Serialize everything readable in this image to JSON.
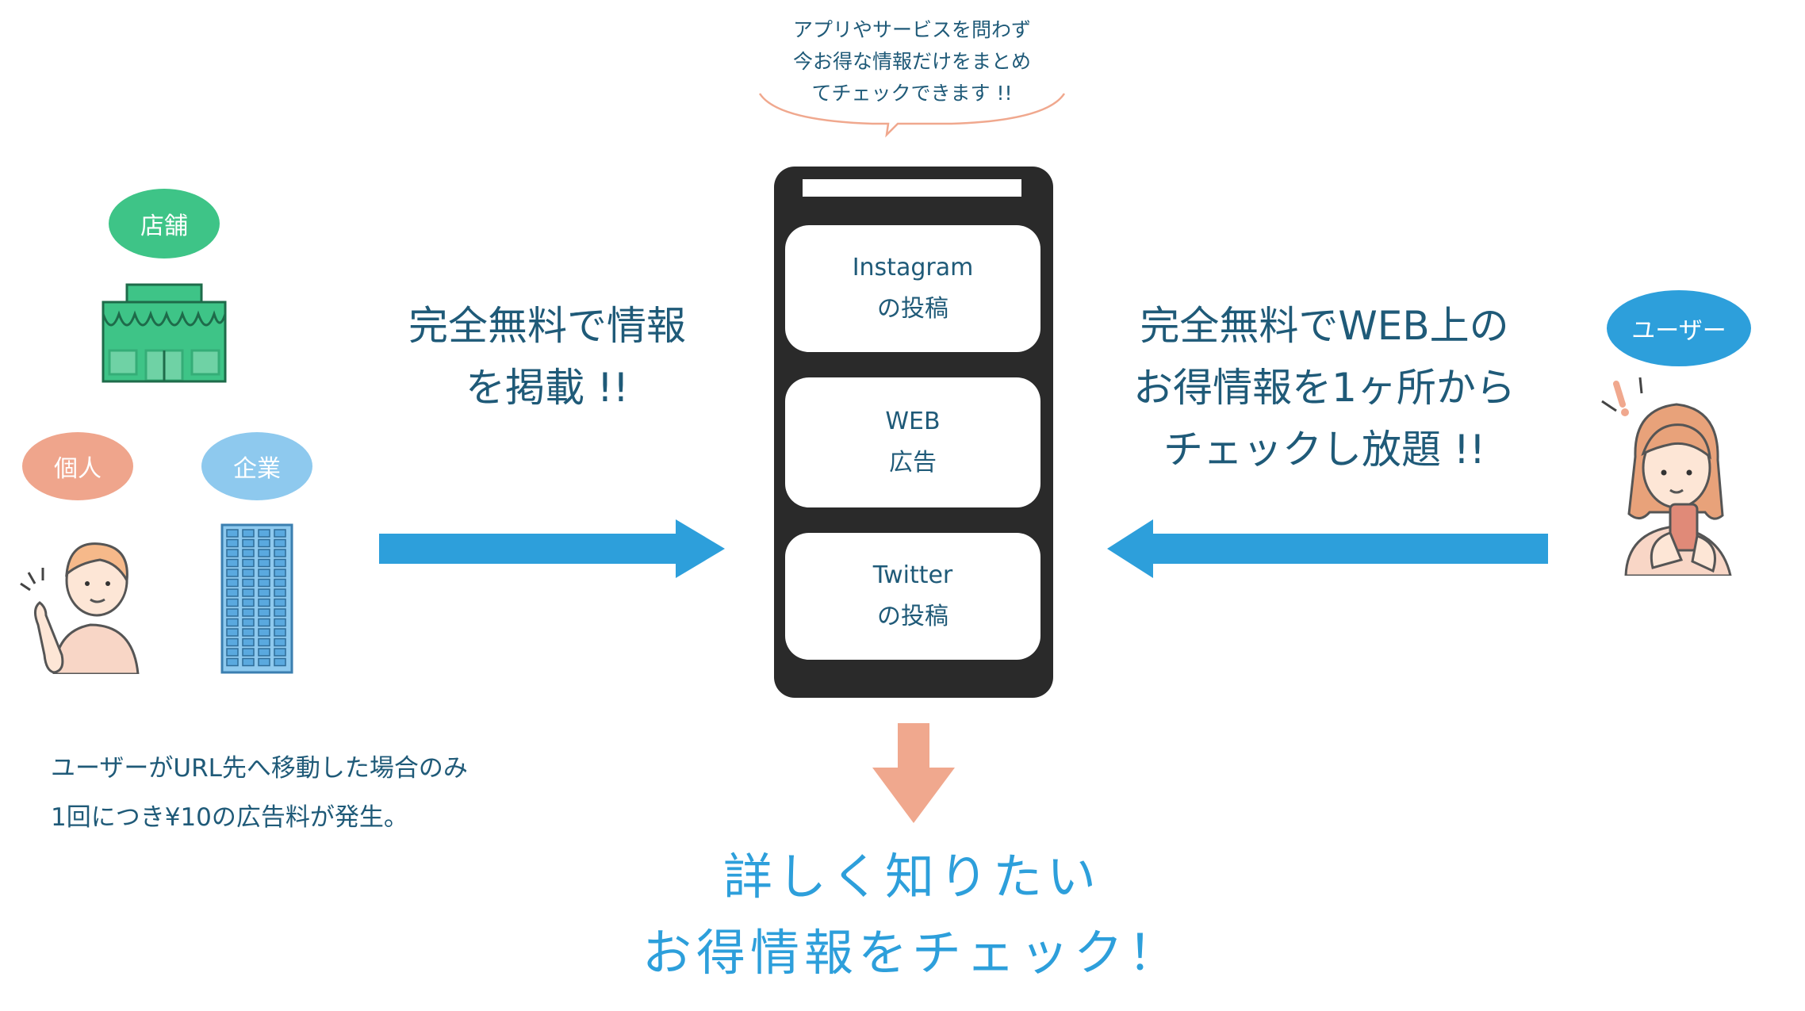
{
  "badges": {
    "store": {
      "text": "店舗",
      "color": "#3ec487"
    },
    "individual": {
      "text": "個人",
      "color": "#efa58c"
    },
    "company": {
      "text": "企業",
      "color": "#8ec9ee"
    },
    "user": {
      "text": "ユーザー",
      "color": "#2d9fdb"
    }
  },
  "left_text": {
    "line1": "完全無料で情報",
    "line2": "を掲載 !!"
  },
  "right_text": {
    "line1": "完全無料でWEB上の",
    "line2": "お得情報を1ヶ所から",
    "line3": "チェックし放題 !!"
  },
  "speech_bubble": {
    "line1": "アプリやサービスを問わず",
    "line2": "今お得な情報だけをまとめ",
    "line3": "てチェックできます !!"
  },
  "phone_cards": [
    {
      "line1": "Instagram",
      "line2": "の投稿"
    },
    {
      "line1": "WEB",
      "line2": "広告"
    },
    {
      "line1": "Twitter",
      "line2": "の投稿"
    }
  ],
  "note": {
    "line1": "ユーザーがURL先へ移動した場合のみ",
    "line2": "1回につき¥10の広告料が発生。"
  },
  "bottom": {
    "line1": "詳しく知りたい",
    "line2": "お得情報をチェック！"
  },
  "colors": {
    "arrow_blue": "#2d9fdb",
    "arrow_salmon": "#f0a88e",
    "phone": "#2a2a2a",
    "text_dark": "#1f5a78",
    "text_accent": "#2d9fdb",
    "store_green": "#3ec487",
    "building_blue": "#8ec9ee"
  },
  "icons": {
    "store": "storefront-icon",
    "person": "man-pointing-icon",
    "building": "office-building-icon",
    "user": "woman-with-phone-icon"
  }
}
